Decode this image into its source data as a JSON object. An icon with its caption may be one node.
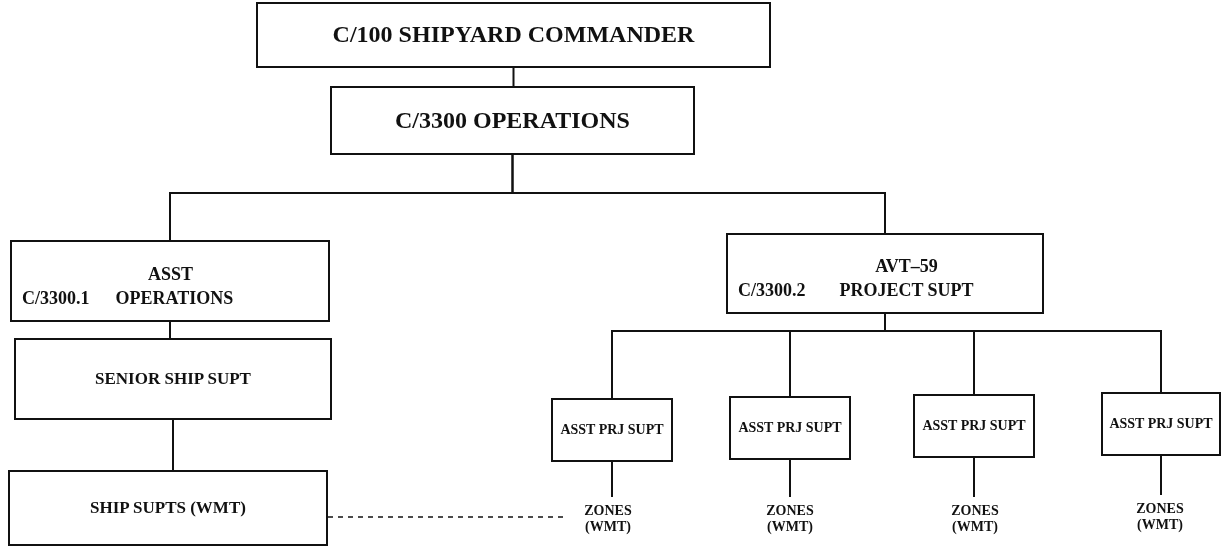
{
  "diagram": {
    "nodes": [
      {
        "text": [
          "C/100 SHIPYARD  COMMANDER"
        ]
      },
      {
        "text": [
          "C/3300  OPERATIONS"
        ]
      },
      {
        "text": [
          "C/3300.1",
          "ASST OPERATIONS"
        ]
      },
      {
        "text": [
          "C/3300.2",
          "AVT–59 PROJECT SUPT"
        ]
      },
      {
        "text": [
          "SENIOR SHIP SUPT"
        ]
      },
      {
        "text": [
          "SHIP SUPTS (WMT)"
        ]
      },
      {
        "text": [
          "ASST PRJ SUPT"
        ]
      },
      {
        "text": [
          "ASST PRJ SUPT"
        ]
      },
      {
        "text": [
          "ASST PRJ SUPT"
        ]
      },
      {
        "text": [
          "ASST PRJ SUPT"
        ]
      },
      {
        "text": [
          "ZONES (WMT)"
        ]
      },
      {
        "text": [
          "ZONES (WMT)"
        ]
      },
      {
        "text": [
          "ZONES (WMT)"
        ]
      },
      {
        "text": [
          "ZONES (WMT)"
        ]
      }
    ],
    "edges": [
      {
        "from": 0,
        "to": 1,
        "arrow": "none"
      },
      {
        "from": 1,
        "to": 2,
        "arrow": "none"
      },
      {
        "from": 1,
        "to": 3,
        "arrow": "none"
      },
      {
        "from": 2,
        "to": 4,
        "arrow": "none"
      },
      {
        "from": 4,
        "to": 5,
        "arrow": "none"
      },
      {
        "from": 3,
        "to": 6,
        "arrow": "none"
      },
      {
        "from": 3,
        "to": 7,
        "arrow": "none"
      },
      {
        "from": 3,
        "to": 8,
        "arrow": "none"
      },
      {
        "from": 3,
        "to": 9,
        "arrow": "none"
      },
      {
        "from": 6,
        "to": 10,
        "arrow": "none"
      },
      {
        "from": 7,
        "to": 11,
        "arrow": "none"
      },
      {
        "from": 8,
        "to": 12,
        "arrow": "none"
      },
      {
        "from": 9,
        "to": 13,
        "arrow": "none"
      },
      {
        "from": 5,
        "to": 10,
        "arrow": "none",
        "style": "dashed"
      }
    ]
  }
}
